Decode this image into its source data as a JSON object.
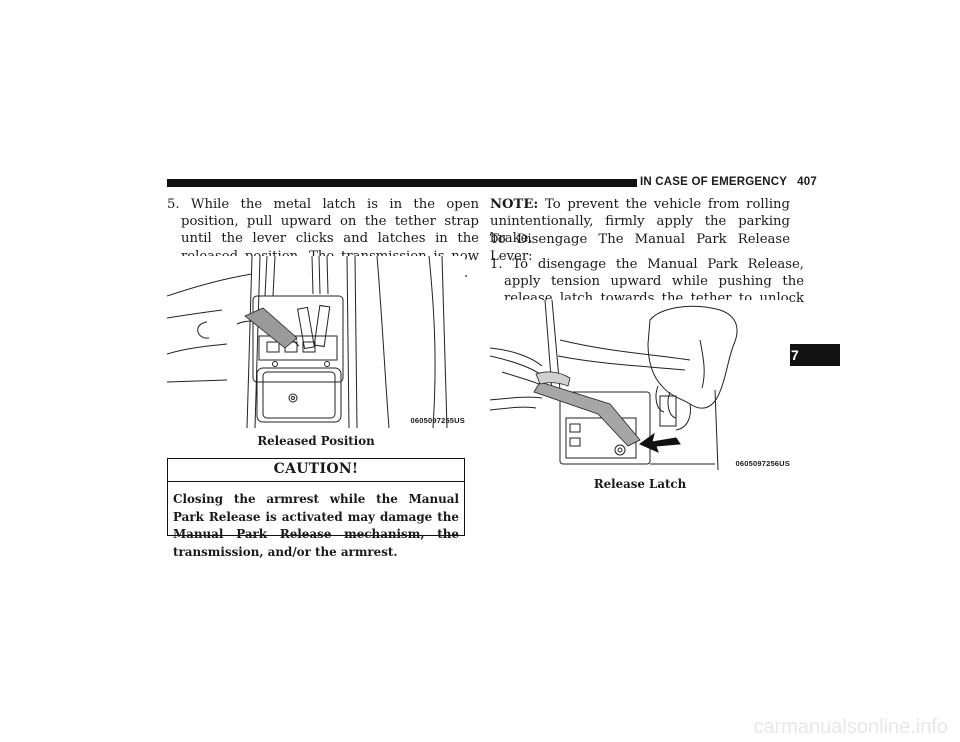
{
  "header": {
    "section_title": "IN CASE OF EMERGENCY",
    "page_number": "407"
  },
  "chapter_tab": "7",
  "left": {
    "step5": "5. While the metal latch is in the open position, pull upward on the tether strap until the lever clicks and latches in the released position. The transmission is now out of PARK and the vehicle can be moved.",
    "figure_code": "0605097255US",
    "figure_caption": "Released Position",
    "caution_title": "CAUTION!",
    "caution_body": "Closing the armrest while the Manual Park Release is activated may damage the Manual Park Release mechanism, the transmission, and/or the armrest."
  },
  "right": {
    "note_label": "NOTE:",
    "note_text": " To prevent the vehicle from rolling unintentionally, firmly apply the parking brake.",
    "disengage_heading": "To Disengage The Manual Park Release Lever:",
    "step1": "1. To disengage the Manual Park Release, apply tension upward while pushing the release latch towards the tether to unlock the lever.",
    "figure_code": "0605097256US",
    "figure_caption": "Release Latch"
  },
  "watermark": "carmanualsonline.info"
}
